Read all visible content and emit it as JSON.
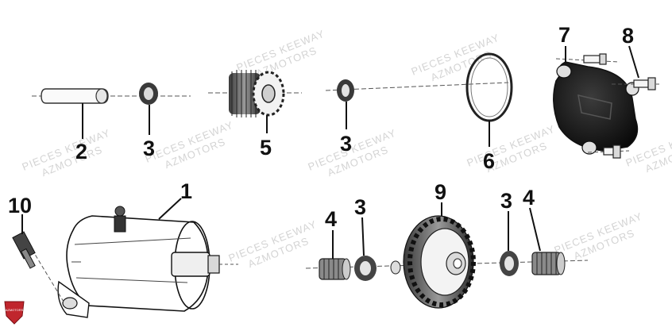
{
  "watermark": {
    "line1": "PIECES KEEWAY",
    "line2": "AZMOTORS"
  },
  "badge": {
    "text": "AZMOTORS"
  },
  "callouts": {
    "c1": "1",
    "c2": "2",
    "c3a": "3",
    "c3b": "3",
    "c3c": "3",
    "c3d": "3",
    "c4a": "4",
    "c4b": "4",
    "c5": "5",
    "c6": "6",
    "c7": "7",
    "c8": "8",
    "c9": "9",
    "c10": "10"
  }
}
